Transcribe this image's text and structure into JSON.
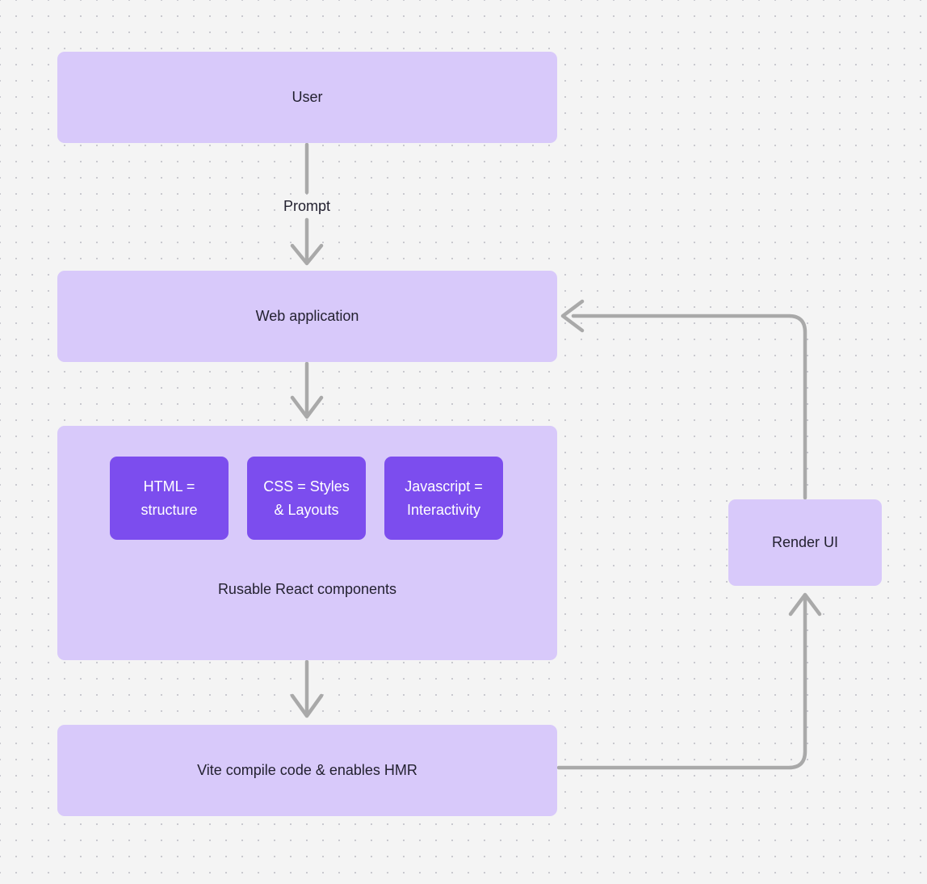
{
  "diagram": {
    "type": "flowchart",
    "background_color": "#f4f4f4",
    "grid": "dotted",
    "node_fill": "#d8c9fa",
    "chip_fill": "#7c4dee",
    "edge_color": "#a9a9a9",
    "text_color": "#232130",
    "nodes": {
      "user": "User",
      "web_application": "Web application",
      "components_caption": "Rusable React components",
      "chips": [
        "HTML = structure",
        "CSS = Styles & Layouts",
        "Javascript = Interactivity"
      ],
      "chip_lines": [
        [
          "HTML =",
          "structure"
        ],
        [
          "CSS = Styles",
          "& Layouts"
        ],
        [
          "Javascript =",
          "Interactivity"
        ]
      ],
      "vite": "Vite compile code & enables HMR",
      "render_ui": "Render UI"
    },
    "edges": [
      {
        "from": "user",
        "to": "web_application",
        "label": "Prompt",
        "direction": "down"
      },
      {
        "from": "web_application",
        "to": "components",
        "label": "",
        "direction": "down"
      },
      {
        "from": "components",
        "to": "vite",
        "label": "",
        "direction": "down"
      },
      {
        "from": "vite",
        "to": "render_ui",
        "label": "",
        "direction": "right-up"
      },
      {
        "from": "render_ui",
        "to": "web_application",
        "label": "",
        "direction": "up-left"
      }
    ]
  }
}
